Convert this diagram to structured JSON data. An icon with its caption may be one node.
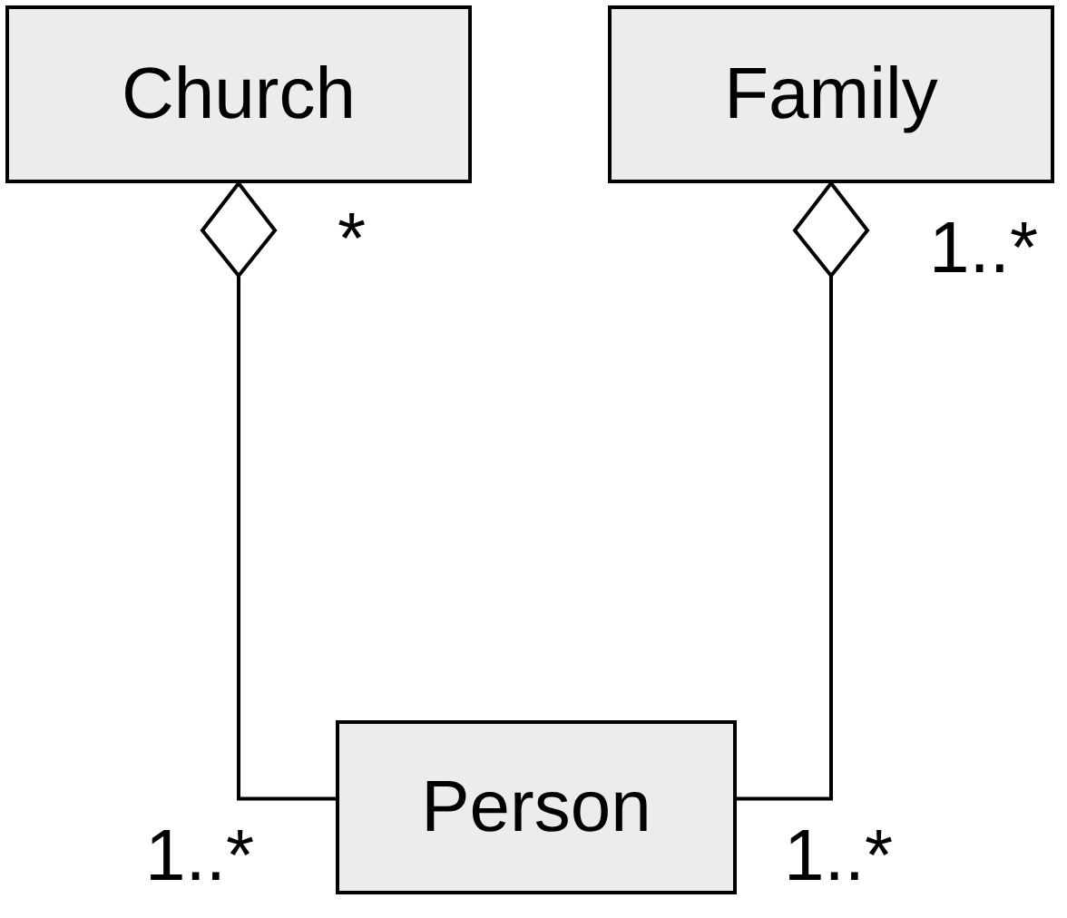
{
  "diagram": {
    "nodes": [
      {
        "text": [
          "Church"
        ]
      },
      {
        "text": [
          "Family"
        ]
      },
      {
        "text": [
          "Person"
        ]
      }
    ],
    "edges": [
      {
        "from": 2,
        "to": 0,
        "arrow": "other"
      },
      {
        "from": 2,
        "to": 1,
        "arrow": "other"
      }
    ],
    "labels": [
      "*",
      "1..*",
      "1..*",
      "1..*"
    ]
  }
}
